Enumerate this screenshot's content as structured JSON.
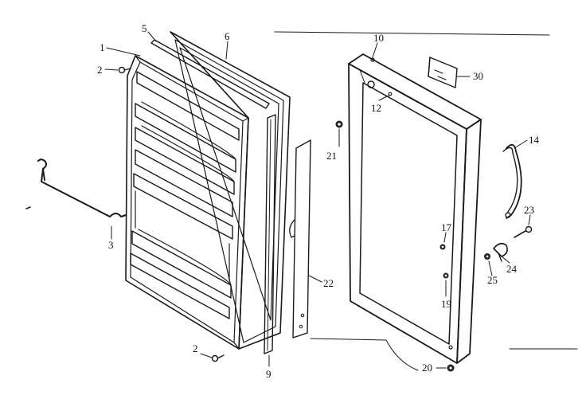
{
  "diagram": {
    "callouts": {
      "c1": "1",
      "c2_top": "2",
      "c2_bottom": "2",
      "c3": "3",
      "c5": "5",
      "c6": "6",
      "c9": "9",
      "c10": "10",
      "c12": "12",
      "c14": "14",
      "c17": "17",
      "c19": "19",
      "c20": "20",
      "c21": "21",
      "c22": "22",
      "c23": "23",
      "c24": "24",
      "c25": "25",
      "c30": "30"
    }
  }
}
